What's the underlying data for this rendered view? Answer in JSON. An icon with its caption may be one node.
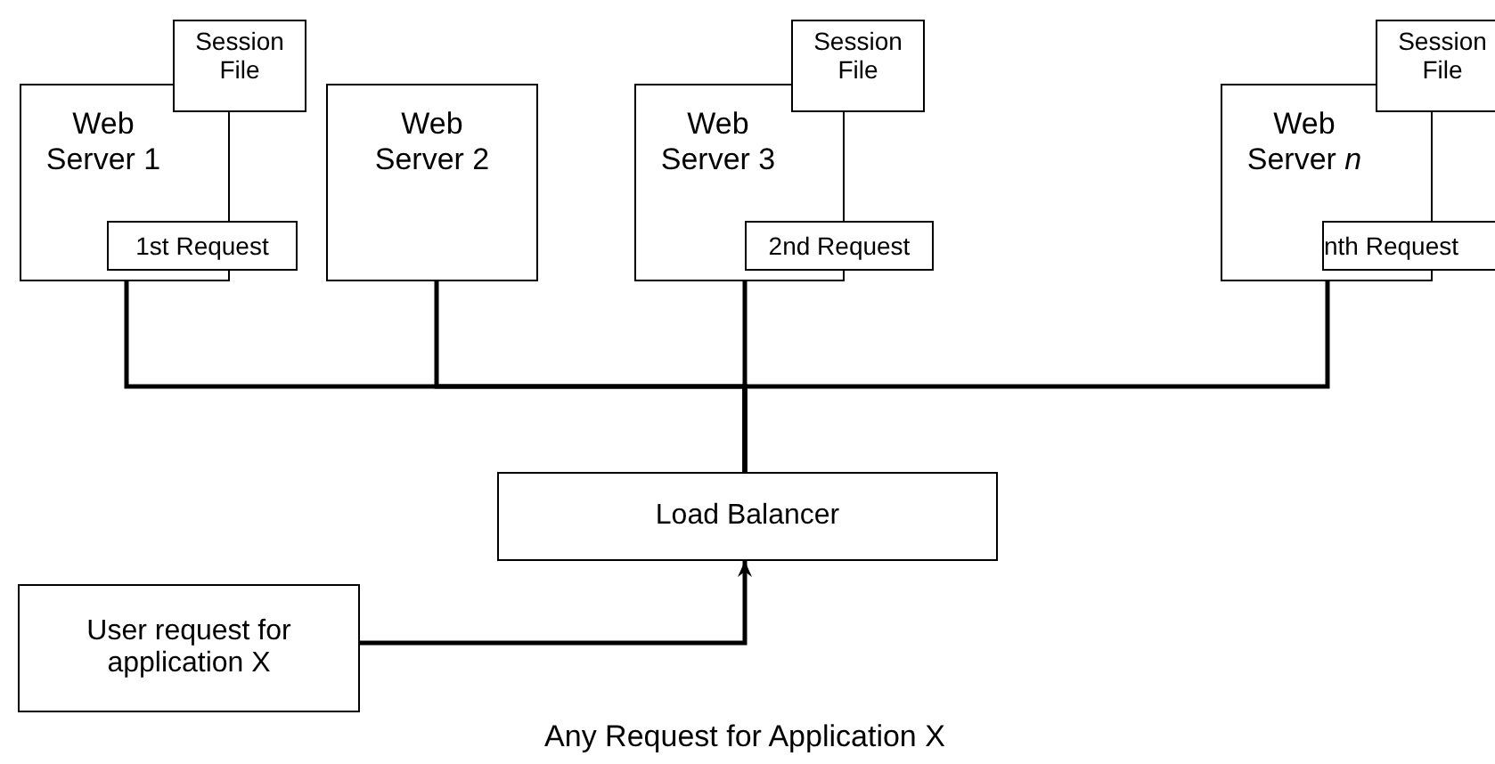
{
  "diagram": {
    "caption": "Any Request for Application X",
    "nodes": [
      {
        "text": [
          "Web Server 1"
        ]
      },
      {
        "text": [
          "Session File"
        ]
      },
      {
        "text": [
          "1st Request"
        ]
      },
      {
        "text": [
          "Web Server 2"
        ]
      },
      {
        "text": [
          "Web Server 3"
        ]
      },
      {
        "text": [
          "Session File"
        ]
      },
      {
        "text": [
          "2nd Request"
        ]
      },
      {
        "text": [
          "Web Server *n*"
        ]
      },
      {
        "text": [
          "Session File"
        ]
      },
      {
        "text": [
          "nth Request"
        ]
      },
      {
        "text": [
          "Load Balancer"
        ]
      },
      {
        "text": [
          "User request for application X"
        ]
      }
    ],
    "edges": [
      {
        "from": 0,
        "to": 10,
        "arrow": "none"
      },
      {
        "from": 3,
        "to": 10,
        "arrow": "none"
      },
      {
        "from": 4,
        "to": 10,
        "arrow": "none"
      },
      {
        "from": 7,
        "to": 10,
        "arrow": "none"
      },
      {
        "from": 11,
        "to": 10,
        "arrow": "to"
      }
    ]
  }
}
